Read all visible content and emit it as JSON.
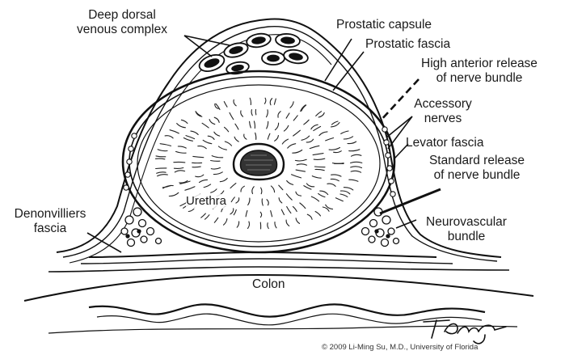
{
  "labels": {
    "deep_dorsal_line1": "Deep dorsal",
    "deep_dorsal_line2": "venous complex",
    "prostatic_capsule": "Prostatic capsule",
    "prostatic_fascia": "Prostatic fascia",
    "high_anterior_line1": "High anterior release",
    "high_anterior_line2": "of nerve bundle",
    "accessory_line1": "Accessory",
    "accessory_line2": "nerves",
    "levator_fascia": "Levator fascia",
    "standard_release_line1": "Standard release",
    "standard_release_line2": "of nerve bundle",
    "neurovascular_line1": "Neurovascular",
    "neurovascular_line2": "bundle",
    "denonvilliers_line1": "Denonvilliers",
    "denonvilliers_line2": "fascia",
    "urethra": "Urethra",
    "colon": "Colon"
  },
  "credit": "© 2009 Li-Ming Su, M.D., University of Florida",
  "signature": "T Phelps",
  "colors": {
    "ink": "#111111",
    "background": "#ffffff"
  }
}
